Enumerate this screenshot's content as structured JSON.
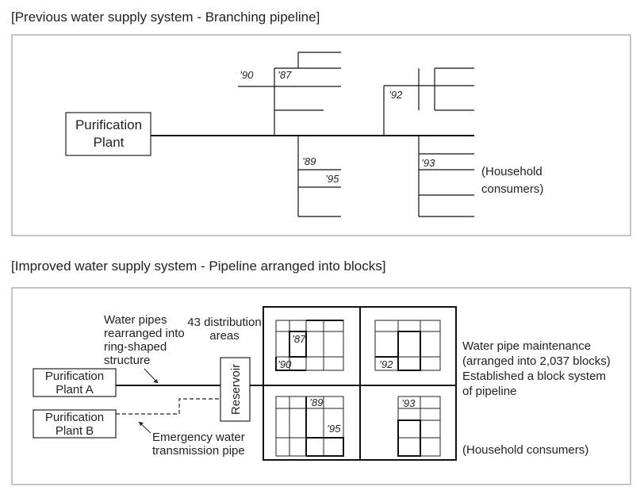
{
  "top_panel": {
    "title": "[Previous water supply system - Branching pipeline]",
    "plant_line1": "Purification",
    "plant_line2": "Plant",
    "years": {
      "y90": "’90",
      "y87": "’87",
      "y92": "’92",
      "y89": "’89",
      "y95": "’95",
      "y93": "’93"
    },
    "consumers_line1": "(Household",
    "consumers_line2": "consumers)"
  },
  "bottom_panel": {
    "title": "[Improved water supply system - Pipeline arranged into blocks]",
    "pipes_note": [
      "Water pipes",
      "rearranged into",
      "ring-shaped",
      "structure"
    ],
    "areas_note": [
      "43 distribution",
      "areas"
    ],
    "plant_a": [
      "Purification",
      "Plant A"
    ],
    "plant_b": [
      "Purification",
      "Plant B"
    ],
    "reservoir": "Reservoir",
    "emergency_note": [
      "Emergency water",
      "transmission pipe"
    ],
    "years": {
      "y87": "’87",
      "y90": "’90",
      "y92": "’92",
      "y89": "’89",
      "y95": "’95",
      "y93": "’93"
    },
    "maintenance_note": [
      "Water pipe maintenance",
      "(arranged into 2,037 blocks)",
      "Established a block system",
      "of pipeline"
    ],
    "consumers": "(Household consumers)"
  }
}
